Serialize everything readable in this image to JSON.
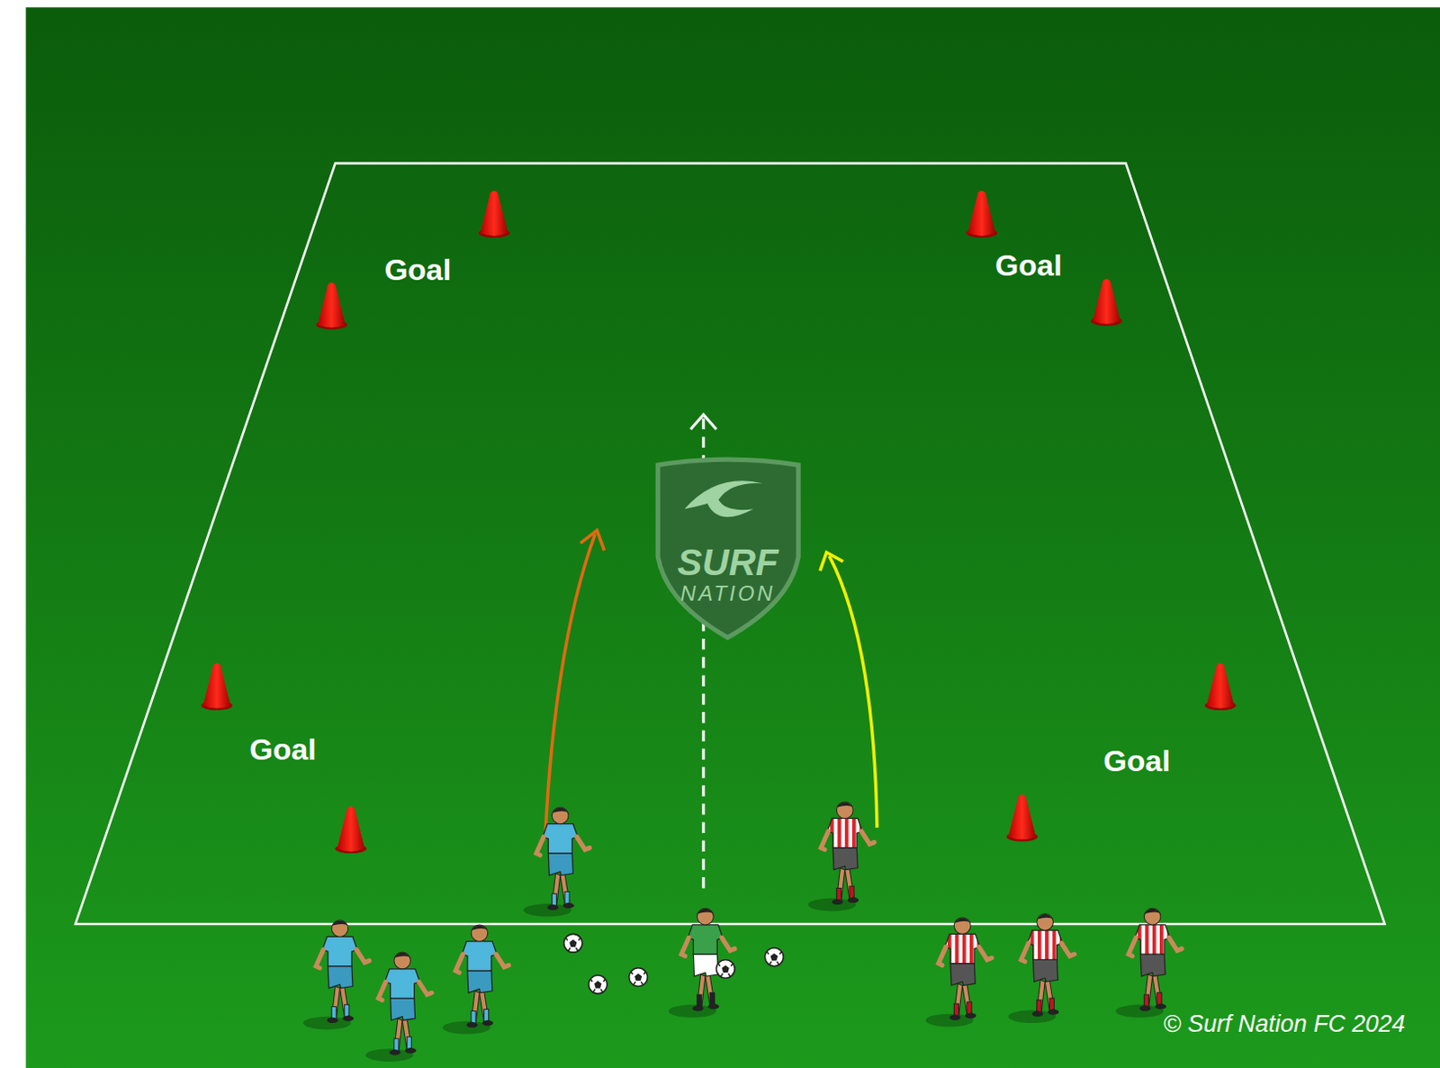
{
  "diagram": {
    "nodes": [
      {
        "text": [
          "SURF",
          "NATION"
        ]
      }
    ],
    "labels": [
      "Goal",
      "Goal",
      "Goal",
      "Goal",
      "© Surf Nation FC 2024"
    ]
  }
}
